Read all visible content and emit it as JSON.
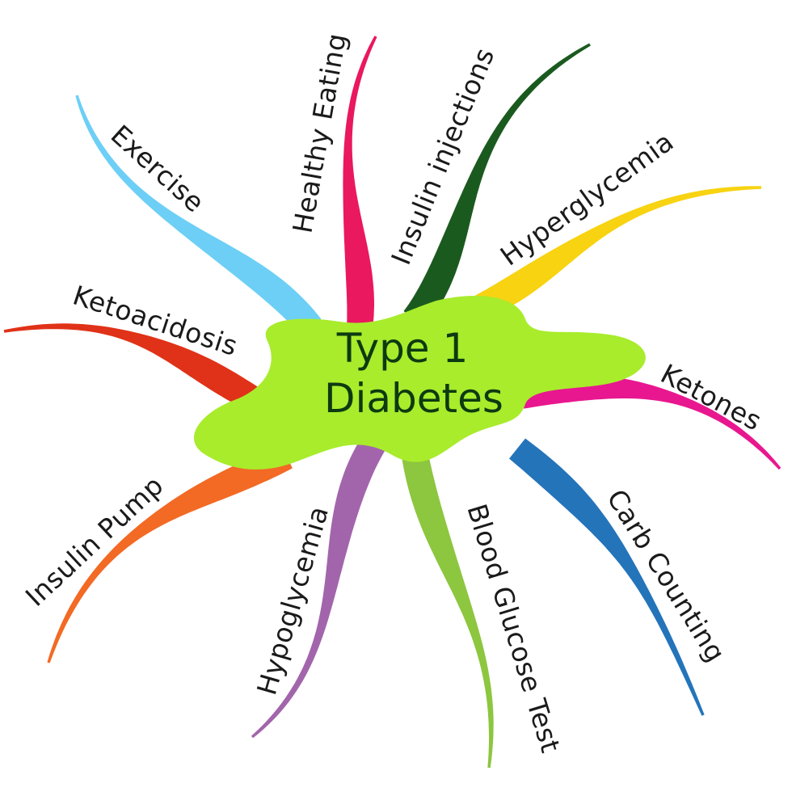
{
  "center": {
    "line1": "Type 1",
    "line2": "Diabetes",
    "color": "#a8ec2c"
  },
  "branches": [
    {
      "label": "Exercise",
      "color": "#6dcff6"
    },
    {
      "label": "Healthy Eating",
      "color": "#e9185f"
    },
    {
      "label": "Insulin injections",
      "color": "#1b5a1f"
    },
    {
      "label": "Hyperglycemia",
      "color": "#f7d312"
    },
    {
      "label": "Ketones",
      "color": "#e8178f"
    },
    {
      "label": "Carb Counting",
      "color": "#2474ba"
    },
    {
      "label": "Blood Glucose Test",
      "color": "#8dc63f"
    },
    {
      "label": "Hypoglycemia",
      "color": "#a265ab"
    },
    {
      "label": "Insulin Pump",
      "color": "#f26a24"
    },
    {
      "label": "Ketoacidosis",
      "color": "#e03218"
    }
  ]
}
